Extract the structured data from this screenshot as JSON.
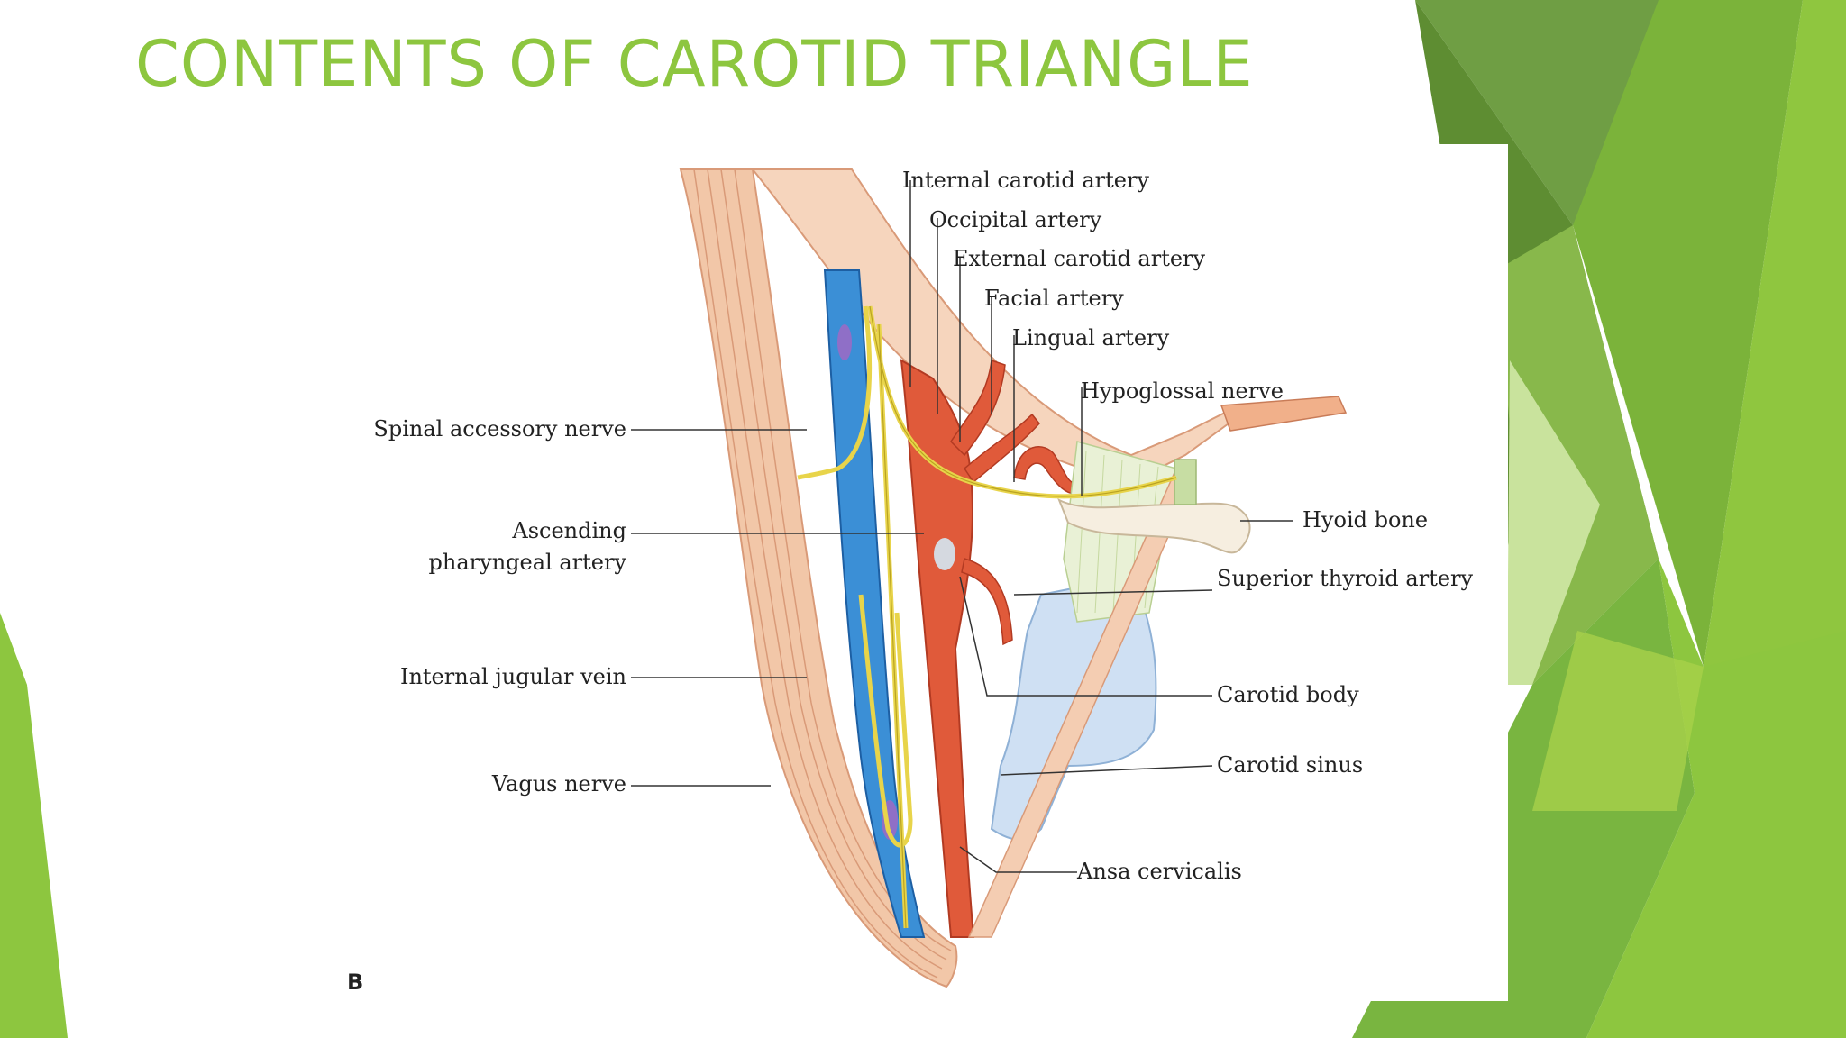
{
  "slide": {
    "title": "CONTENTS OF CAROTID TRIANGLE",
    "title_color": "#8dc63f"
  },
  "theme": {
    "greens": [
      "#5e8d32",
      "#77ad2f",
      "#8dc63f",
      "#a7d14a",
      "#c9e39d",
      "#e6f1d0"
    ]
  },
  "figure": {
    "panel_letter": "B",
    "labels": {
      "internal_carotid_artery": "Internal carotid artery",
      "occipital_artery": "Occipital artery",
      "external_carotid_artery": "External carotid artery",
      "facial_artery": "Facial artery",
      "lingual_artery": "Lingual artery",
      "hypoglossal_nerve": "Hypoglossal nerve",
      "spinal_accessory_nerve": "Spinal accessory nerve",
      "ascending_pharyngeal_artery_line1": "Ascending",
      "ascending_pharyngeal_artery_line2": "pharyngeal artery",
      "internal_jugular_vein": "Internal jugular vein",
      "vagus_nerve": "Vagus nerve",
      "hyoid_bone": "Hyoid bone",
      "superior_thyroid_artery": "Superior thyroid artery",
      "carotid_body": "Carotid body",
      "carotid_sinus": "Carotid sinus",
      "ansa_cervicalis": "Ansa cervicalis"
    }
  }
}
